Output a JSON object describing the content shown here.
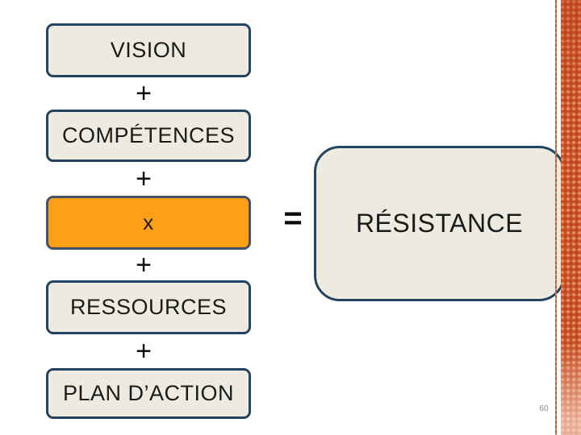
{
  "page_number": "60",
  "equation": {
    "plus": "+",
    "equals": "=",
    "terms": [
      {
        "label": "VISION"
      },
      {
        "label": "COMPÉTENCES"
      },
      {
        "label": "x"
      },
      {
        "label": "RESSOURCES"
      },
      {
        "label": "PLAN D’ACTION"
      }
    ],
    "result": {
      "label": "RÉSISTANCE"
    }
  },
  "colors": {
    "box_fill": "#EDEBE0",
    "box_border": "#234461",
    "highlight_fill": "#FCA017",
    "highlight_border": "#44536A",
    "stripe_orange": "#CD5429",
    "text": "#1B1B1B",
    "page_number_gray": "#8A8A8A"
  }
}
